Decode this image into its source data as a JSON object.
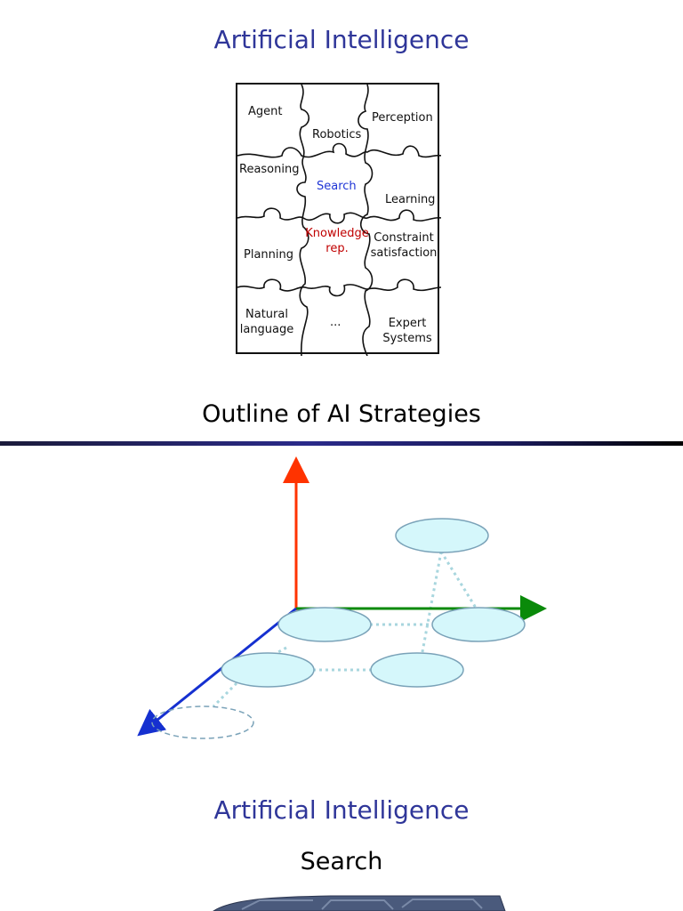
{
  "slide1": {
    "title": "Artificial Intelligence",
    "puzzle": {
      "agent": "Agent",
      "robotics": "Robotics",
      "perception": "Perception",
      "reasoning": "Reasoning",
      "search": "Search",
      "learning": "Learning",
      "knowledge_line1": "Knowledge",
      "knowledge_line2": "rep.",
      "constraint_line1": "Constraint",
      "constraint_line2": "satisfaction",
      "planning": "Planning",
      "natural_line1": "Natural",
      "natural_line2": "language",
      "ellipsis": "...",
      "expert_line1": "Expert",
      "expert_line2": "Systems"
    }
  },
  "slide2": {
    "title": "Outline of AI Strategies"
  },
  "slide3": {
    "title": "Artificial Intelligence",
    "subtitle": "Search"
  },
  "colors": {
    "title_blue": "#2f3699",
    "search_blue": "#1f35d6",
    "knowledge_red": "#c00000",
    "axis_red": "#ff3300",
    "axis_green": "#0a8a0a",
    "axis_blue": "#1530d0",
    "node_fill": "#d5f7fb",
    "node_stroke": "#7aa2b8",
    "dotted_link": "#a8d6de"
  }
}
